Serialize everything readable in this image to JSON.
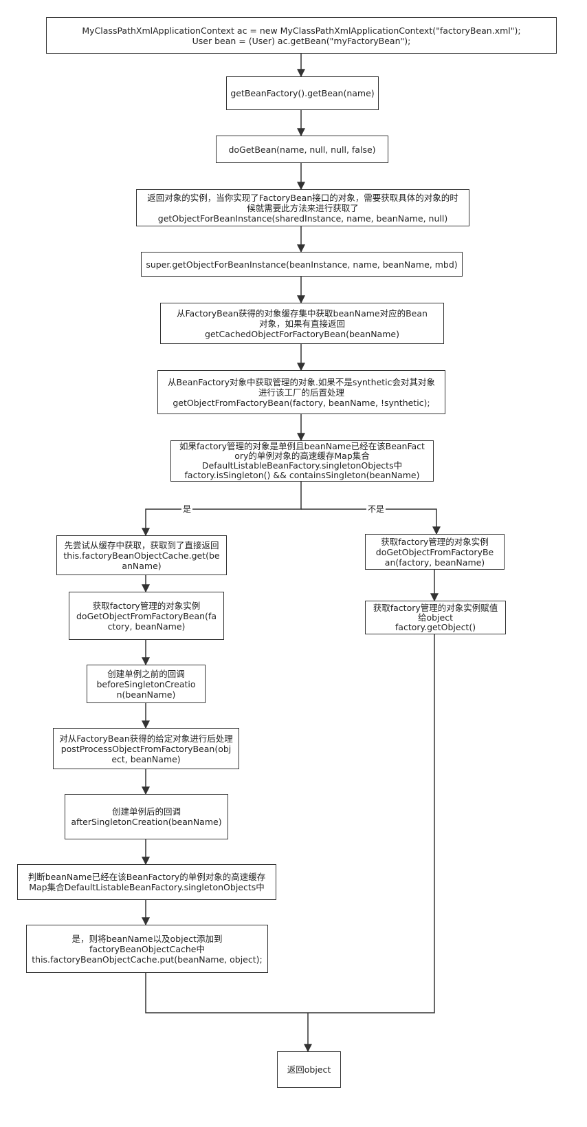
{
  "nodes": {
    "start": [
      "MyClassPathXmlApplicationContext ac = new MyClassPathXmlApplicationContext(\"factoryBean.xml\");",
      "User bean = (User) ac.getBean(\"myFactoryBean\");"
    ],
    "get_bean_factory": [
      "getBeanFactory().getBean(name)"
    ],
    "do_get_bean": [
      "doGetBean(name, null, null, false)"
    ],
    "get_object_for_bean_instance": [
      "返回对象的实例，当你实现了FactoryBean接口的对象，需要获取具体的对象的时候就需要此方法来进行获取了",
      "getObjectForBeanInstance(sharedInstance, name, beanName, null)"
    ],
    "super_get_object": [
      "super.getObjectForBeanInstance(beanInstance, name, beanName, mbd)"
    ],
    "get_cached_object": [
      "从FactoryBean获得的对象缓存集中获取beanName对应的Bean对象，如果有直接返回",
      "getCachedObjectForFactoryBean(beanName)"
    ],
    "get_object_from_factory_bean": [
      "从BeanFactory对象中获取管理的对象.如果不是synthetic会对其对象进行该工厂的后置处理",
      "getObjectFromFactoryBean(factory, beanName, !synthetic);"
    ],
    "singleton_check": [
      "如果factory管理的对象是单例且beanName已经在该BeanFactory的单例对象的高速缓存Map集合",
      "DefaultListableBeanFactory.singletonObjects中",
      "factory.isSingleton() && containsSingleton(beanName)"
    ],
    "try_cache": [
      "先尝试从缓存中获取，获取到了直接返回",
      "this.factoryBeanObjectCache.get(beanName)"
    ],
    "do_get_object_left": [
      "获取factory管理的对象实例",
      "doGetObjectFromFactoryBean(factory, beanName)"
    ],
    "before_singleton": [
      "创建单例之前的回调",
      "beforeSingletonCreation(beanName)"
    ],
    "post_process": [
      "对从FactoryBean获得的给定对象进行后处理",
      "postProcessObjectFromFactoryBean(object, beanName)"
    ],
    "after_singleton": [
      "创建单例后的回调",
      "afterSingletonCreation(beanName)"
    ],
    "judge_cache": [
      "判断beanName已经在该BeanFactory的单例对象的高速缓存",
      "Map集合DefaultListableBeanFactory.singletonObjects中"
    ],
    "put_cache": [
      "是，则将beanName以及object添加到",
      "factoryBeanObjectCache中",
      "this.factoryBeanObjectCache.put(beanName, object);"
    ],
    "do_get_object_right": [
      "获取factory管理的对象实例",
      "doGetObjectFromFactoryBean(factory, beanName)"
    ],
    "assign_object": [
      "获取factory管理的对象实例赋值给object",
      "factory.getObject()"
    ],
    "return_object": [
      "返回object"
    ]
  },
  "edge_labels": {
    "yes": "是",
    "no": "不是"
  }
}
